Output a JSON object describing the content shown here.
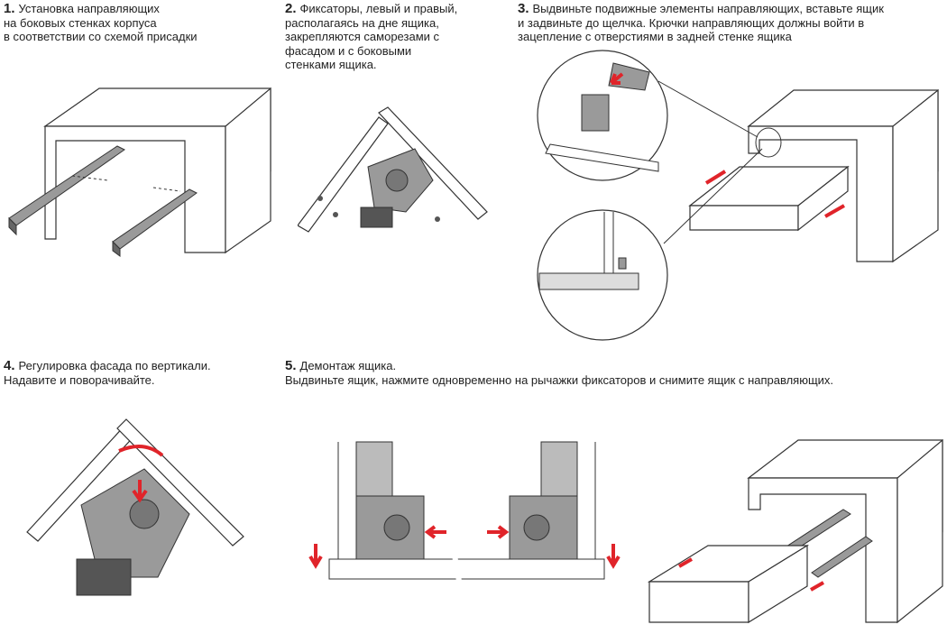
{
  "steps": [
    {
      "num": "1.",
      "text": "Установка направляющих\nна боковых стенках корпуса\nв соответствии со схемой присадки"
    },
    {
      "num": "2.",
      "text": "Фиксаторы, левый и правый,\nрасполагаясь на дне ящика,\nзакрепляются саморезами с\nфасадом и с боковыми\nстенками ящика."
    },
    {
      "num": "3.",
      "text": "Выдвиньте подвижные элементы направляющих, вставьте ящик\nи задвиньте до щелчка.   Крючки направляющих должны войти в\nзацепление с отверстиями в задней стенке ящика"
    },
    {
      "num": "4.",
      "text": "Регулировка фасада по вертикали.\nНадавите и поворачивайте."
    },
    {
      "num": "5.",
      "text": "Демонтаж ящика.\nВыдвиньте ящик, нажмите одновременно на рычажки фиксаторов и снимите ящик с направляющих."
    }
  ],
  "colors": {
    "line": "#333333",
    "fill": "#ffffff",
    "metal": "#9a9a9a",
    "dark": "#555555",
    "arrow": "#e0242a",
    "floor": "#dddddd"
  }
}
